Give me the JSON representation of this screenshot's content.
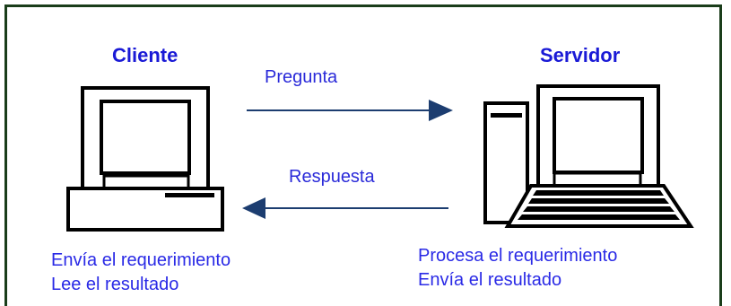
{
  "client": {
    "title": "Cliente",
    "caption_lines": [
      "Envía el requerimiento",
      "Lee el resultado"
    ]
  },
  "server": {
    "title": "Servidor",
    "caption_lines": [
      "Procesa el requerimiento",
      "Envía el resultado"
    ]
  },
  "arrows": {
    "request_label": "Pregunta",
    "response_label": "Respuesta"
  },
  "colors": {
    "frame": "#1a3d1a",
    "text": "#2a2ae6",
    "arrow": "#1c3d70",
    "monitor_screen": "#ffffff",
    "outline": "#000000"
  },
  "icons": {
    "client": "desktop-computer-icon",
    "server": "tower-computer-icon"
  }
}
